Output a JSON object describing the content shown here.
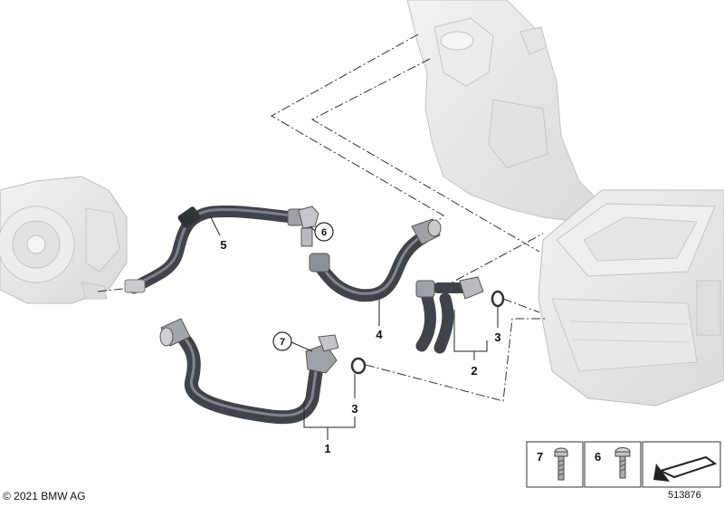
{
  "callouts": {
    "c1": "1",
    "c2": "2",
    "c3a": "3",
    "c3b": "3",
    "c4": "4",
    "c5": "5",
    "c6": "6",
    "c7": "7"
  },
  "legend": {
    "item7": "7",
    "item6": "6"
  },
  "footer": {
    "copyright": "© 2021 BMW AG",
    "doc_id": "513876"
  },
  "colors": {
    "hose": "#4a4e55",
    "hose_highlight": "#8a8f96",
    "ghost_part": "#e6e6e6",
    "ghost_stroke": "#bdbdbd",
    "leader": "#333333"
  }
}
